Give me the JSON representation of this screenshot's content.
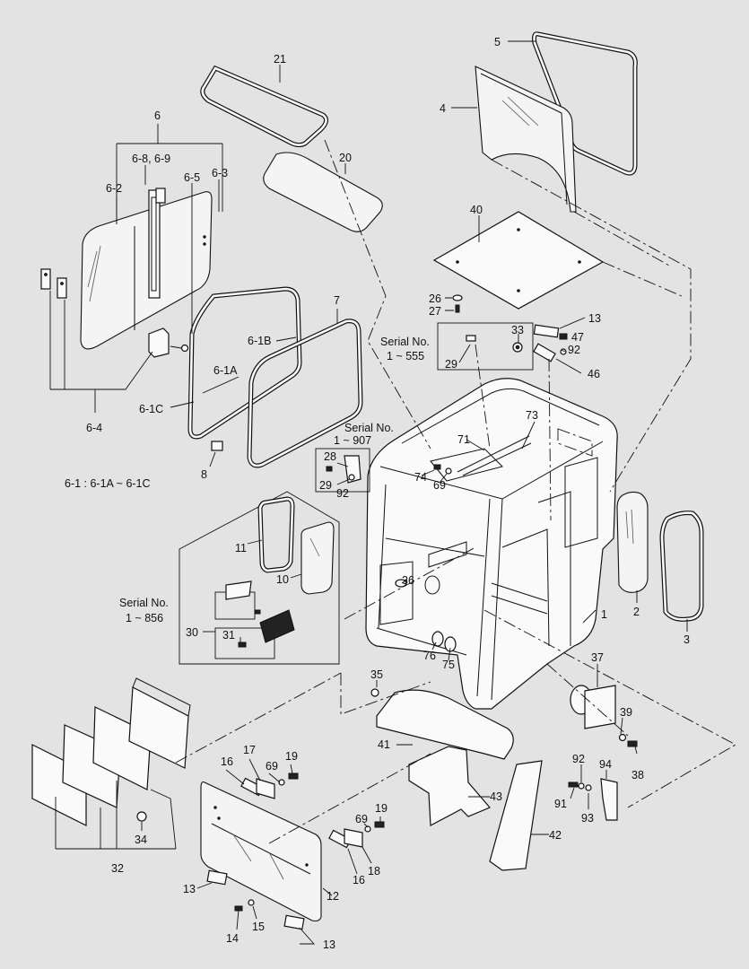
{
  "labels": {
    "p1": "1",
    "p2": "2",
    "p3": "3",
    "p4": "4",
    "p5": "5",
    "p6": "6",
    "p6_8_9": "6-8, 6-9",
    "p6_2": "6-2",
    "p6_5": "6-5",
    "p6_3": "6-3",
    "p6_1b": "6-1B",
    "p6_1a": "6-1A",
    "p6_1c": "6-1C",
    "p6_4": "6-4",
    "p6_1_note": "6-1 : 6-1A ~ 6-1C",
    "p7": "7",
    "p8": "8",
    "p10": "10",
    "p11": "11",
    "p12": "12",
    "p13_top": "13",
    "p13_bl": "13",
    "p13_br": "13",
    "p14": "14",
    "p15": "15",
    "p16_a": "16",
    "p16_b": "16",
    "p17": "17",
    "p18": "18",
    "p19_a": "19",
    "p19_b": "19",
    "p20": "20",
    "p21": "21",
    "p26": "26",
    "p27": "27",
    "p28": "28",
    "p29_a": "29",
    "p29_b": "29",
    "p30": "30",
    "p31": "31",
    "p32": "32",
    "p33": "33",
    "p34": "34",
    "p35": "35",
    "p36": "36",
    "p37": "37",
    "p38": "38",
    "p39": "39",
    "p40": "40",
    "p41": "41",
    "p42": "42",
    "p43": "43",
    "p46": "46",
    "p47": "47",
    "p69_a": "69",
    "p69_b": "69",
    "p69_c": "69",
    "p71": "71",
    "p73": "73",
    "p74": "74",
    "p75": "75",
    "p76": "76",
    "p91": "91",
    "p92_a": "92",
    "p92_b": "92",
    "p92_c": "92",
    "p93": "93",
    "p94": "94"
  },
  "serial_notes": {
    "serial_label": "Serial No.",
    "range_555": "1 ~ 555",
    "range_907": "1 ~ 907",
    "range_856": "1 ~ 856"
  }
}
